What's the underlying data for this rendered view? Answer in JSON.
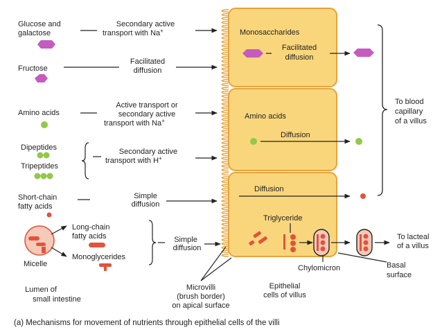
{
  "colors": {
    "cell_fill": "#f9d67c",
    "cell_stroke": "#e8a23a",
    "magenta": "#c65bbf",
    "green": "#93c84a",
    "red": "#e2533c",
    "arrow": "#222222"
  },
  "left": {
    "glucose": [
      "Glucose and",
      "galactose"
    ],
    "fructose": "Fructose",
    "amino": "Amino acids",
    "dipeptides": "Dipeptides",
    "tripeptides": "Tripeptides",
    "scfa": [
      "Short-chain",
      "fatty acids"
    ],
    "micelle": "Micelle",
    "lcfa": [
      "Long-chain",
      "fatty acids"
    ],
    "mono": "Monoglycerides",
    "lumen": [
      "Lumen of",
      "small intestine"
    ]
  },
  "mechanisms": {
    "glucose": [
      "Secondary active",
      "transport with Na"
    ],
    "fructose": [
      "Facilitated",
      "diffusion"
    ],
    "amino": [
      "Active transport or",
      "secondary active",
      "transport with Na"
    ],
    "peptides": [
      "Secondary active",
      "transport with H"
    ],
    "scfa": [
      "Simple",
      "diffusion"
    ],
    "lipid": [
      "Simple",
      "diffusion"
    ],
    "plus": "+"
  },
  "cells": {
    "mono_title": "Monosaccharides",
    "mono_process": [
      "Facilitated",
      "diffusion"
    ],
    "amino_title": "Amino acids",
    "amino_process": "Diffusion",
    "scfa_process": "Diffusion",
    "triglyceride": "Triglyceride",
    "chylomicron": "Chylomicron"
  },
  "right": {
    "blood": [
      "To blood",
      "capillary",
      "of a villus"
    ],
    "lacteal": [
      "To lacteal",
      "of a villus"
    ],
    "basal": [
      "Basal",
      "surface"
    ]
  },
  "bottom": {
    "microvilli": [
      "Microvilli",
      "(brush border)",
      "on apical surface"
    ],
    "epithelial": [
      "Epithelial",
      "cells of villus"
    ],
    "caption": "(a) Mechanisms for movement of nutrients through epithelial cells of the villi"
  }
}
